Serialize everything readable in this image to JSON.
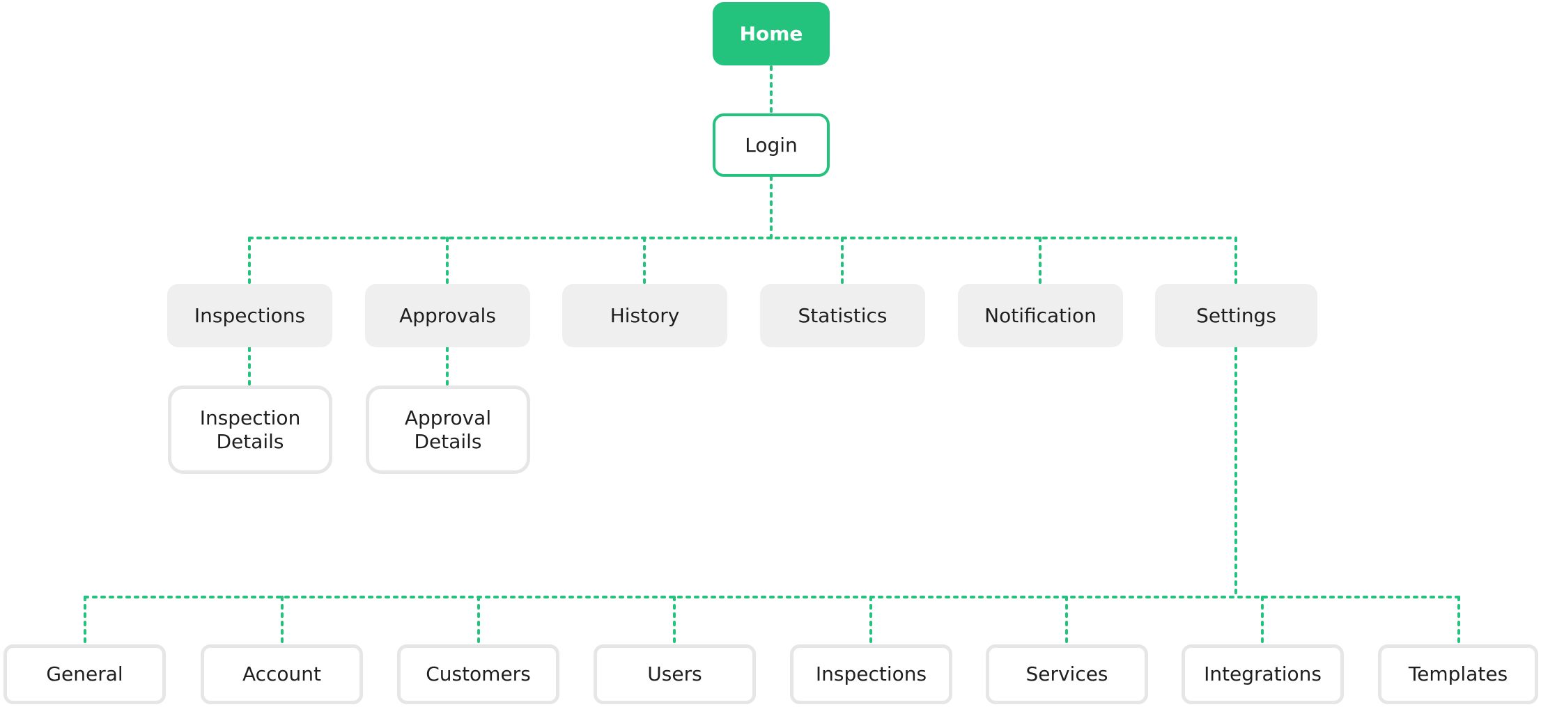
{
  "colors": {
    "accent": "#23c27d",
    "connector": "#23c27d",
    "filled_node_bg": "#efefef",
    "outline_node_border": "#e6e6e6",
    "text": "#1f1f1f"
  },
  "root": {
    "label": "Home"
  },
  "login": {
    "label": "Login"
  },
  "sections": [
    {
      "label": "Inspections"
    },
    {
      "label": "Approvals"
    },
    {
      "label": "History"
    },
    {
      "label": "Statistics"
    },
    {
      "label": "Notification"
    },
    {
      "label": "Settings"
    }
  ],
  "details": [
    {
      "label": "Inspection\nDetails"
    },
    {
      "label": "Approval\nDetails"
    }
  ],
  "settings_children": [
    {
      "label": "General"
    },
    {
      "label": "Account"
    },
    {
      "label": "Customers"
    },
    {
      "label": "Users"
    },
    {
      "label": "Inspections"
    },
    {
      "label": "Services"
    },
    {
      "label": "Integrations"
    },
    {
      "label": "Templates"
    }
  ]
}
